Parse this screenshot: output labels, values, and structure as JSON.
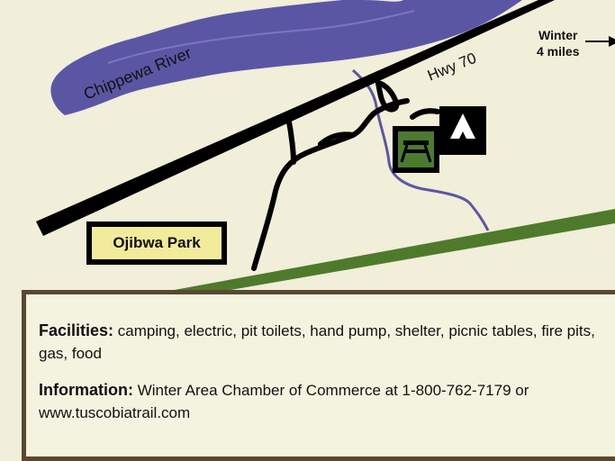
{
  "map": {
    "river_label": "Chippewa River",
    "highway_label": "Hwy 70",
    "direction_label": "Winter",
    "distance_label": "4 miles",
    "park_name": "Ojibwa Park",
    "icons": [
      "campground-tent-icon",
      "picnic-table-icon",
      "direction-arrow-icon"
    ],
    "colors": {
      "river": "#5b56a4",
      "stream": "#5b56a4",
      "trail": "#4f7a2c",
      "road": "#000000",
      "background": "#f1eed9",
      "park_label_fill": "#f2eb9c",
      "picnic_icon": "#4c7a2e",
      "panel_border": "#5b4733"
    }
  },
  "info": {
    "facilities_label": "Facilities:",
    "facilities_text": " camping, electric, pit toilets, hand pump, shelter, picnic tables, fire pits, gas, food",
    "information_label": "Information:",
    "information_text": " Winter Area Chamber of Commerce  at 1-800-762-7179 or www.tuscobiatrail.com"
  }
}
